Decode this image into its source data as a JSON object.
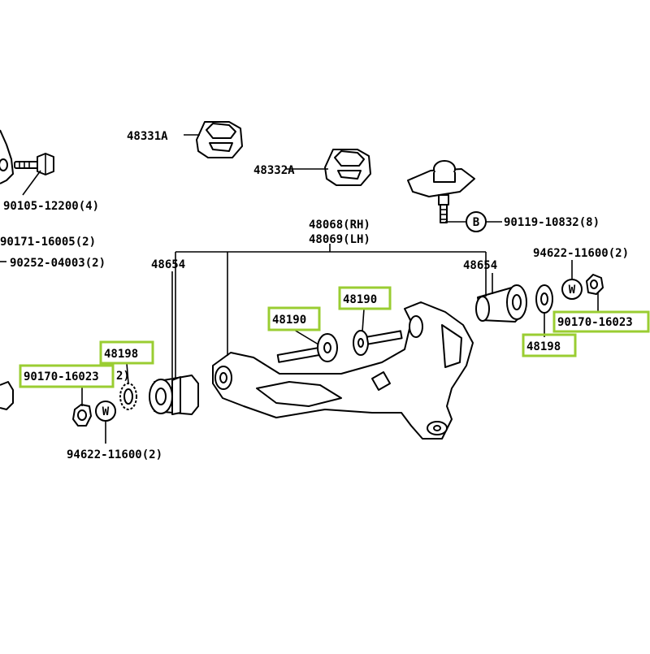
{
  "highlight_color": "#9acd32",
  "labels": {
    "p48331a": "48331A",
    "p48332a": "48332A",
    "p90105": "90105-12200(4)",
    "p90171": "90171-16005(2)",
    "p90252": "90252-04003(2)",
    "p48068": "48068(RH)",
    "p48069": "48069(LH)",
    "p90119": "90119-10832(8)",
    "p90119_symbol": "B",
    "p94622_right": "94622-11600(2)",
    "p48654_left": "48654",
    "p48654_right": "48654",
    "p48190_left": "48190",
    "p48190_right": "48190",
    "p48198_left": "48198",
    "p48198_left_suffix": "2)",
    "p48198_right": "48198",
    "p90170_left": "90170-16023",
    "p90170_right": "90170-16023",
    "p94622_left": "94622-11600(2)",
    "washer_symbol_left": "W",
    "washer_symbol_right": "W"
  }
}
